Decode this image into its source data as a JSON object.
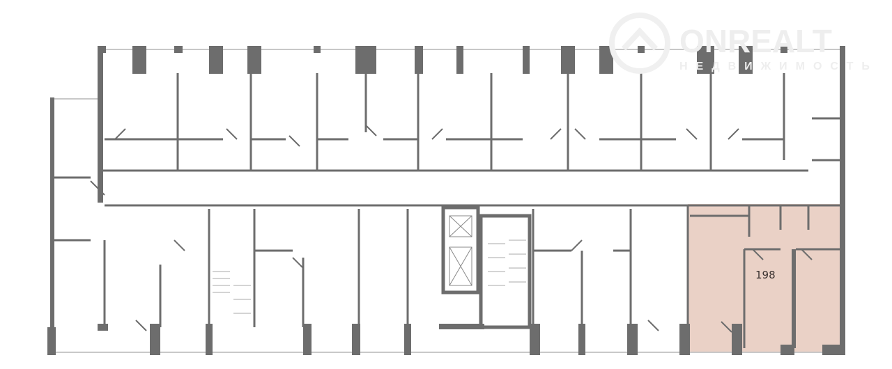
{
  "plan": {
    "highlighted_unit": {
      "number": "198",
      "fill_color": "#ead1c6"
    },
    "wall_color": "#6d6d6d"
  },
  "watermark": {
    "brand": "ONREALT",
    "subtitle": "НЕДВИЖИМОСТЬ"
  }
}
